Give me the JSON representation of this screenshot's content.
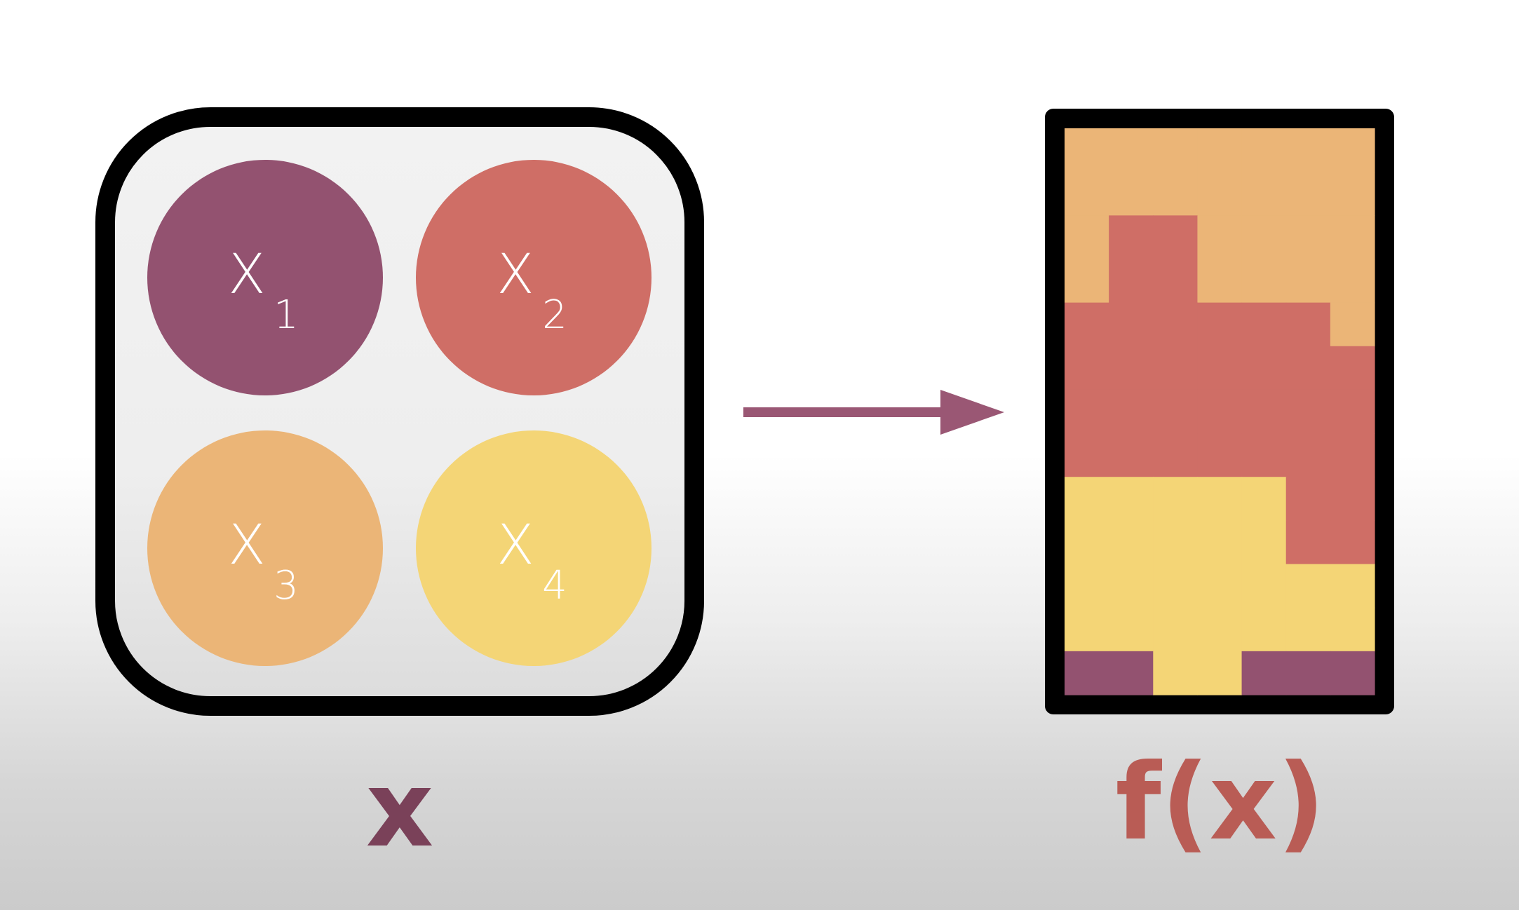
{
  "colors": {
    "purple": "#935270",
    "red": "#cf6e66",
    "orange": "#ebb577",
    "yellow": "#f4d576",
    "outline": "#000000",
    "panel": "#efefef",
    "arrow": "#9a5774",
    "label_purple": "#7a4159",
    "label_red": "#b95c55"
  },
  "input": {
    "label": "x",
    "elements": [
      {
        "base": "X",
        "sub": "1",
        "color": "#935270"
      },
      {
        "base": "X",
        "sub": "2",
        "color": "#cf6e66"
      },
      {
        "base": "X",
        "sub": "3",
        "color": "#ebb577"
      },
      {
        "base": "X",
        "sub": "4",
        "color": "#f4d576"
      }
    ]
  },
  "output": {
    "label": "f(x)",
    "grid": {
      "cols": 7,
      "rows": 13,
      "cells": [
        "OOOOOOO",
        "OOOOOOO",
        "ORROOOO",
        "ORROOOO",
        "RRRRRRO",
        "RRRRRRR",
        "RRRRRRR",
        "RRRRRRR",
        "YYYYYRR",
        "YYYYYRR",
        "YYYYYYY",
        "YYYYYYY",
        "PPYYPPP"
      ]
    }
  }
}
